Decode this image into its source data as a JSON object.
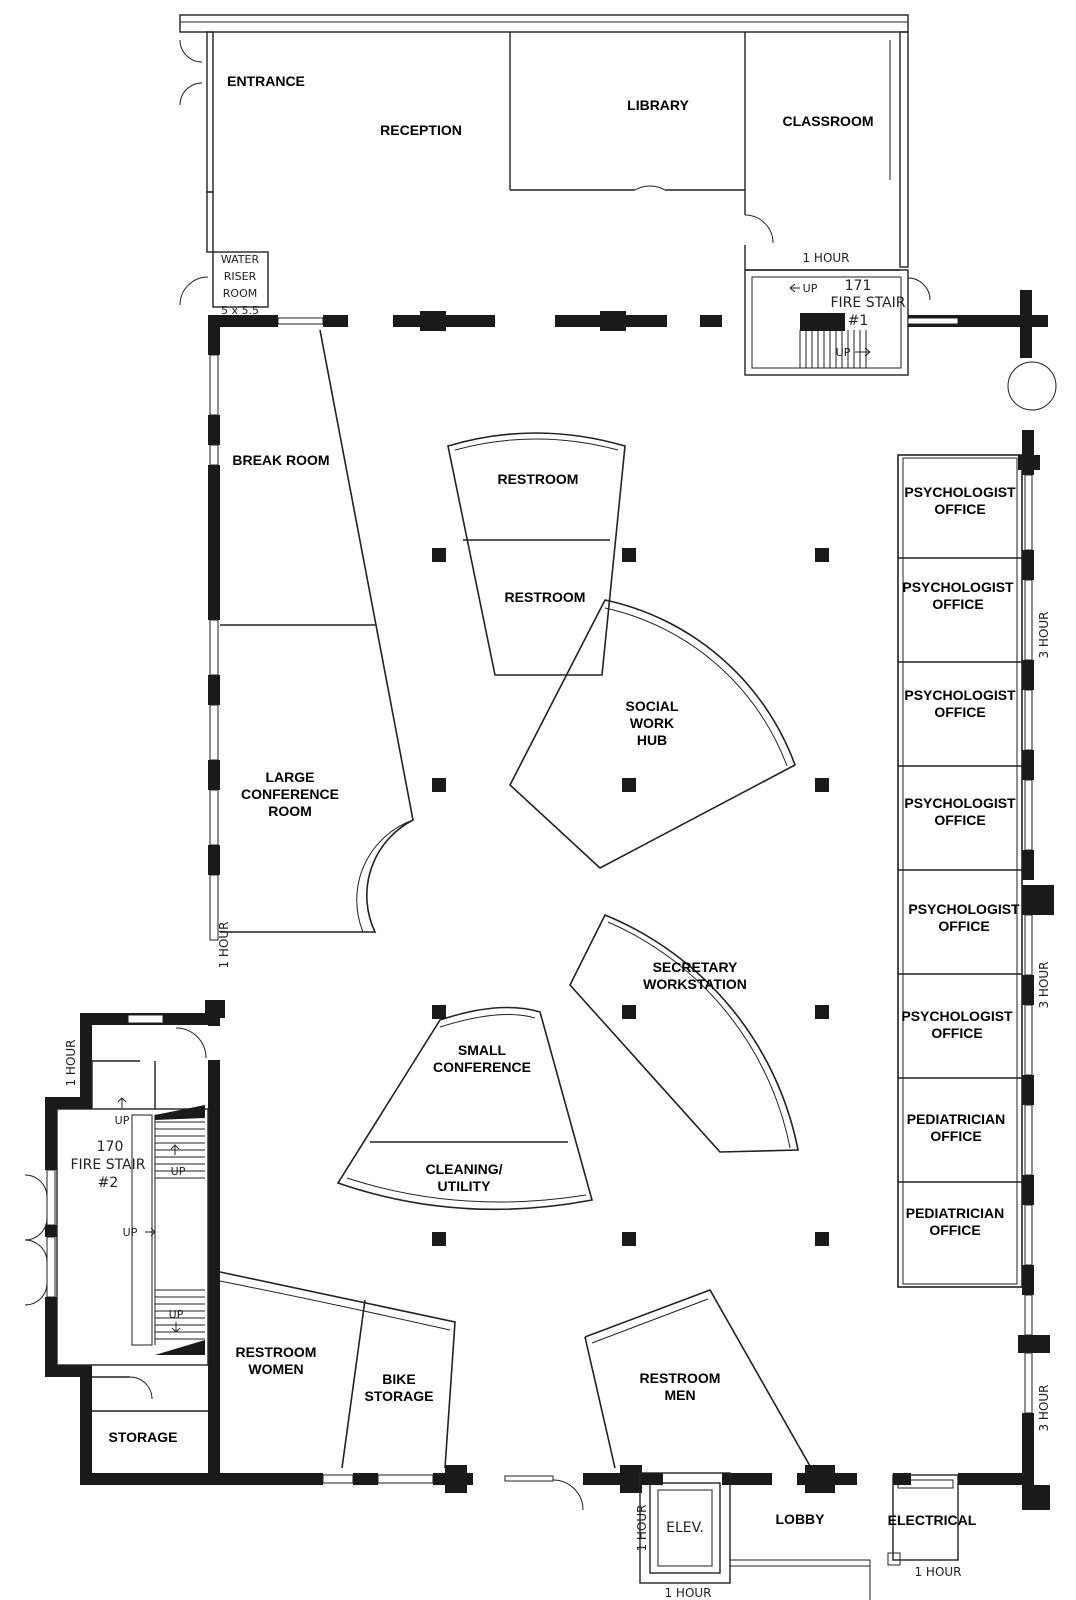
{
  "rooms": {
    "entrance": "ENTRANCE",
    "reception": "RECEPTION",
    "library": "LIBRARY",
    "classroom": "CLASSROOM",
    "water_riser": [
      "WATER",
      "RISER",
      "ROOM",
      "5 x 5.5"
    ],
    "fire_stair_1": [
      "171",
      "FIRE STAIR",
      "#1"
    ],
    "break_room": "BREAK ROOM",
    "restroom_a": "RESTROOM",
    "restroom_b": "RESTROOM",
    "social_work_hub": [
      "SOCIAL",
      "WORK",
      "HUB"
    ],
    "large_conference": [
      "LARGE",
      "CONFERENCE",
      "ROOM"
    ],
    "secretary_workstation": [
      "SECRETARY",
      "WORKSTATION"
    ],
    "small_conference": [
      "SMALL",
      "CONFERENCE"
    ],
    "cleaning_utility": [
      "CLEANING/",
      "UTILITY"
    ],
    "psych_offices": [
      [
        "PSYCHOLOGIST",
        "OFFICE"
      ],
      [
        "PSYCHOLOGIST",
        "OFFICE"
      ],
      [
        "PSYCHOLOGIST",
        "OFFICE"
      ],
      [
        "PSYCHOLOGIST",
        "OFFICE"
      ],
      [
        "PSYCHOLOGIST",
        "OFFICE"
      ],
      [
        "PSYCHOLOGIST",
        "OFFICE"
      ]
    ],
    "pediatrician_offices": [
      [
        "PEDIATRICIAN",
        "OFFICE"
      ],
      [
        "PEDIATRICIAN",
        "OFFICE"
      ]
    ],
    "fire_stair_2": [
      "170",
      "FIRE STAIR",
      "#2"
    ],
    "restroom_women": [
      "RESTROOM",
      "WOMEN"
    ],
    "bike_storage": [
      "BIKE",
      "STORAGE"
    ],
    "restroom_men": [
      "RESTROOM",
      "MEN"
    ],
    "storage": "STORAGE",
    "lobby": "LOBBY",
    "electrical": "ELECTRICAL",
    "elevator": "ELEV."
  },
  "notes": {
    "one_hour": "1 HOUR",
    "three_hour": "3 HOUR",
    "up": "UP"
  }
}
